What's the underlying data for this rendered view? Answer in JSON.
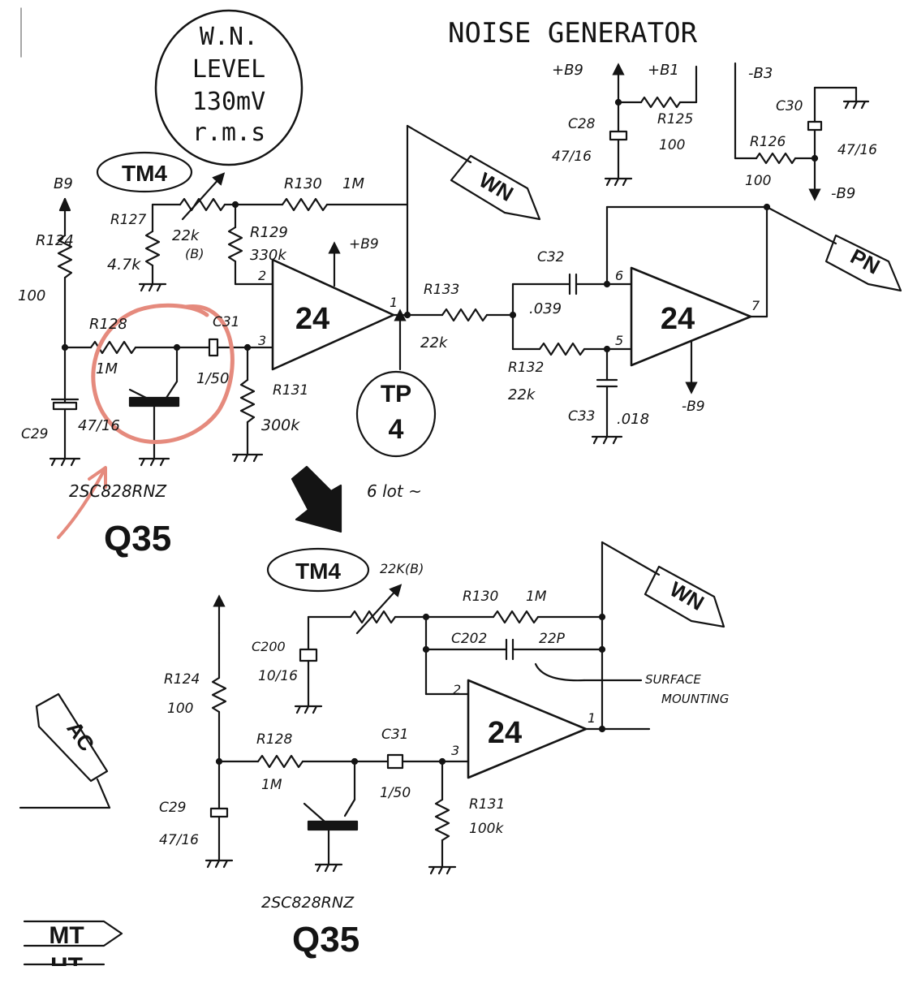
{
  "title": "NOISE GENERATOR",
  "wn_level": {
    "line1": "W.N.",
    "line2": "LEVEL",
    "line3": "130mV",
    "line4": "r.m.s"
  },
  "annotation": "6 lot ~",
  "accent_color": "#e58a7d",
  "top_circuit": {
    "tm4": "TM4",
    "b9_label": "B9",
    "r124": "R124",
    "r124_val": "100",
    "r127": "R127",
    "r127_val": "4.7k",
    "vr": "22k",
    "vr_b": "(B)",
    "r129": "R129",
    "r129_val": "330k",
    "r130": "R130",
    "r130_val": "1M",
    "r128": "R128",
    "r128_val": "1M",
    "c31": "C31",
    "c31_val": "1/50",
    "r131": "R131",
    "r131_val": "300k",
    "c29": "C29",
    "c29_val": "47/16",
    "opamp1": "24",
    "pin2": "2",
    "pin3": "3",
    "pin1": "1",
    "pin_b9": "+B9",
    "tp": "TP",
    "tp_num": "4",
    "wn": "WN",
    "r133": "R133",
    "r133_val": "22k",
    "c32": "C32",
    "c32_val": ".039",
    "r132": "R132",
    "r132_val": "22k",
    "c33": "C33",
    "c33_val": ".018",
    "opamp2": "24",
    "pin6": "6",
    "pin5": "5",
    "pin7": "7",
    "neg_b9": "-B9",
    "pn": "PN",
    "transistor": "2SC828RNZ",
    "q": "Q35",
    "supply": {
      "pb9": "+B9",
      "pb1": "+B1",
      "nb3": "-B3",
      "c28": "C28",
      "c28_val": "47/16",
      "r125": "R125",
      "r125_val": "100",
      "c30": "C30",
      "c30_val": "47/16",
      "r126": "R126",
      "r126_val": "100",
      "out_nb9": "-B9"
    }
  },
  "bottom_circuit": {
    "tm4": "TM4",
    "vr": "22K(B)",
    "r130": "R130",
    "r130_val": "1M",
    "c202": "C202",
    "c202_val": "22P",
    "surface": "SURFACE",
    "mounting": "MOUNTING",
    "c200": "C200",
    "c200_val": "10/16",
    "r124": "R124",
    "r124_val": "100",
    "r128": "R128",
    "r128_val": "1M",
    "c31": "C31",
    "c31_val": "1/50",
    "opamp": "24",
    "pin2": "2",
    "pin3": "3",
    "pin1": "1",
    "r131": "R131",
    "r131_val": "100k",
    "c29": "C29",
    "c29_val": "47/16",
    "wn": "WN",
    "ac": "AC",
    "transistor": "2SC828RNZ",
    "q": "Q35",
    "mt": "MT",
    "ht": "HT"
  }
}
